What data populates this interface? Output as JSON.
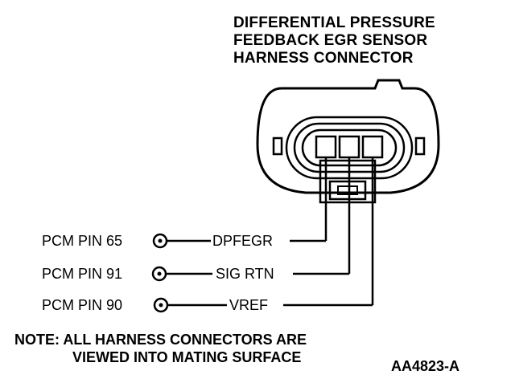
{
  "title": {
    "line1": "DIFFERENTIAL PRESSURE",
    "line2": "FEEDBACK EGR SENSOR",
    "line3": "HARNESS CONNECTOR"
  },
  "pins": [
    {
      "pcm_label": "PCM PIN 65",
      "signal": "DPFEGR"
    },
    {
      "pcm_label": "PCM PIN 91",
      "signal": "SIG RTN"
    },
    {
      "pcm_label": "PCM PIN 90",
      "signal": "VREF"
    }
  ],
  "note": {
    "line1": "NOTE: ALL HARNESS CONNECTORS ARE",
    "line2": "VIEWED INTO MATING SURFACE"
  },
  "figure_ref": "AA4823-A"
}
